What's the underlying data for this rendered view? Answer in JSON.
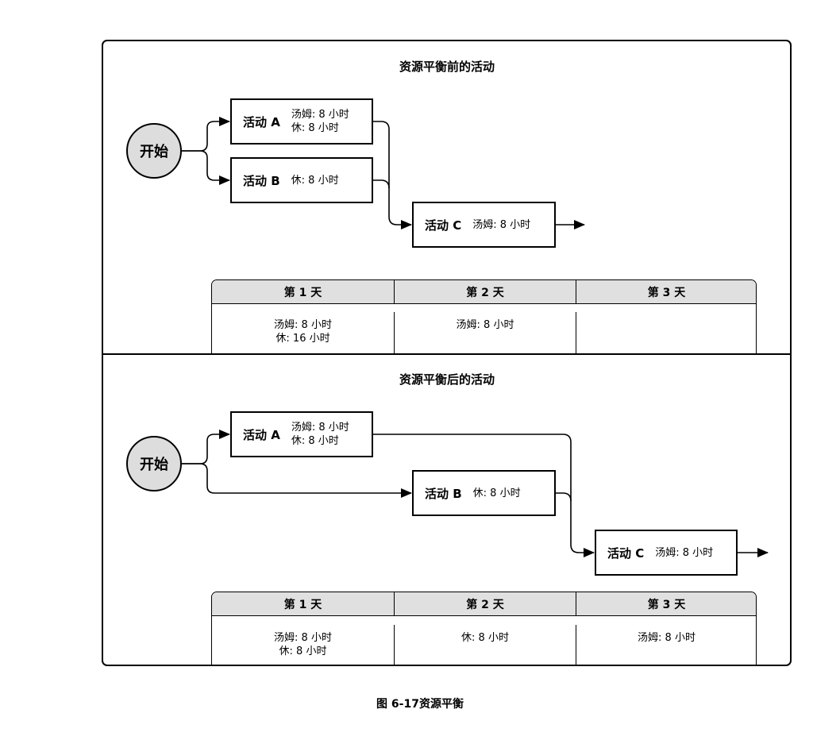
{
  "caption": "图 6-17资源平衡",
  "before": {
    "title": "资源平衡前的活动",
    "start_label": "开始",
    "activities": [
      {
        "name": "活动 A",
        "resources": [
          "汤姆: 8 小时",
          "休: 8 小时"
        ]
      },
      {
        "name": "活动 B",
        "resources": [
          "休: 8 小时"
        ]
      },
      {
        "name": "活动 C",
        "resources": [
          "汤姆: 8 小时"
        ]
      }
    ],
    "table": {
      "headers": [
        "第 1 天",
        "第 2 天",
        "第 3 天"
      ],
      "cells": [
        [
          "汤姆: 8 小时",
          "休: 16 小时"
        ],
        [
          "汤姆: 8 小时"
        ],
        []
      ]
    }
  },
  "after": {
    "title": "资源平衡后的活动",
    "start_label": "开始",
    "activities": [
      {
        "name": "活动 A",
        "resources": [
          "汤姆: 8 小时",
          "休: 8 小时"
        ]
      },
      {
        "name": "活动 B",
        "resources": [
          "休: 8 小时"
        ]
      },
      {
        "name": "活动 C",
        "resources": [
          "汤姆: 8 小时"
        ]
      }
    ],
    "table": {
      "headers": [
        "第 1 天",
        "第 2 天",
        "第 3 天"
      ],
      "cells": [
        [
          "汤姆: 8 小时",
          "休: 8 小时"
        ],
        [
          "休: 8 小时"
        ],
        [
          "汤姆: 8 小时"
        ]
      ]
    }
  }
}
